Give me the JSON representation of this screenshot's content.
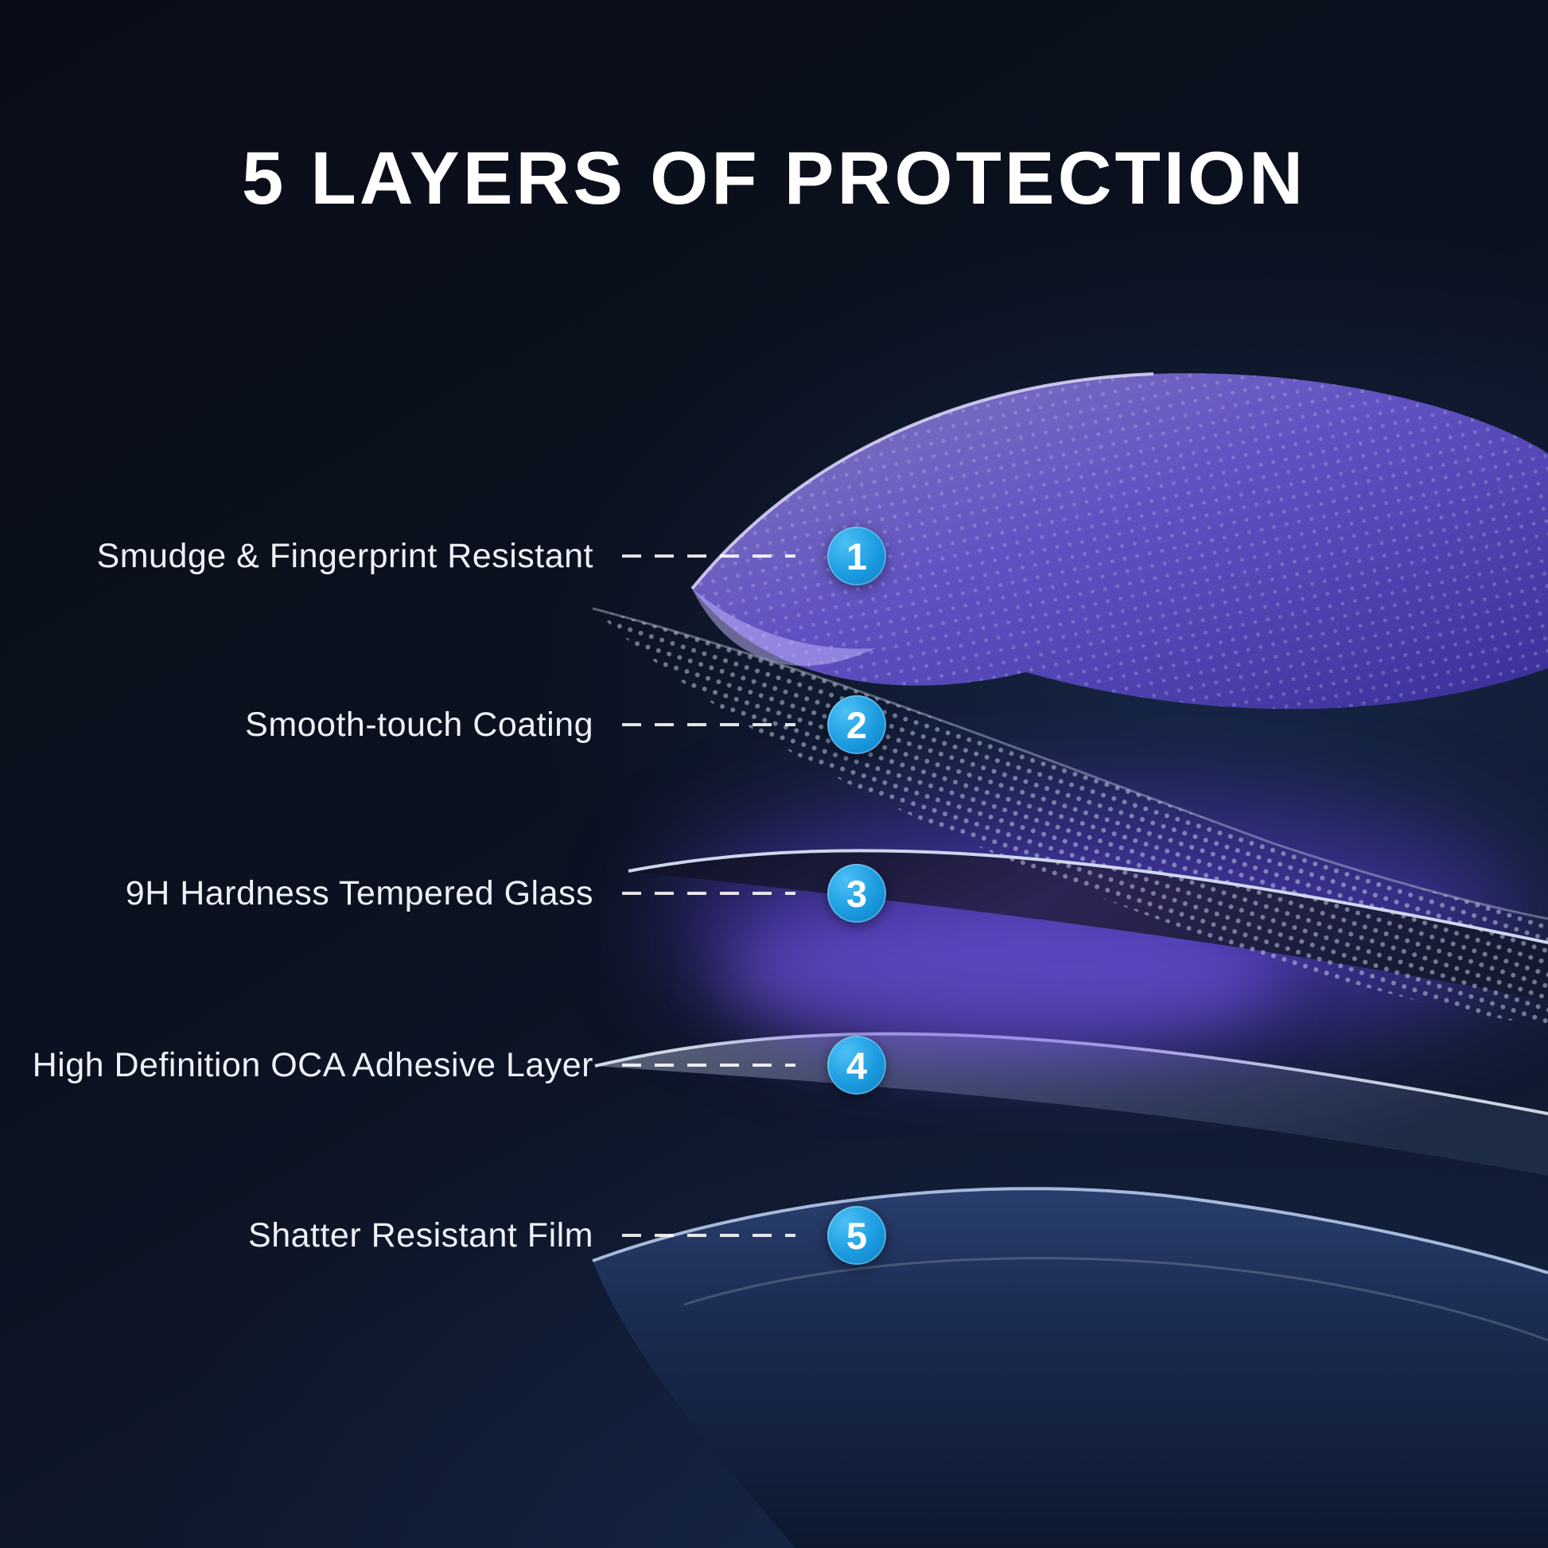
{
  "title": "5 LAYERS OF PROTECTION",
  "layers": [
    {
      "number": "1",
      "label": "Smudge & Fingerprint Resistant"
    },
    {
      "number": "2",
      "label": "Smooth-touch Coating"
    },
    {
      "number": "3",
      "label": "9H Hardness Tempered Glass"
    },
    {
      "number": "4",
      "label": "High Definition OCA Adhesive Layer"
    },
    {
      "number": "5",
      "label": "Shatter Resistant Film"
    }
  ],
  "colors": {
    "accent_blue": "#1b9be0",
    "background_top": "#0a0d17",
    "background_bottom": "#13203a",
    "film_purple": "#6f5bdc",
    "text": "#ffffff"
  }
}
